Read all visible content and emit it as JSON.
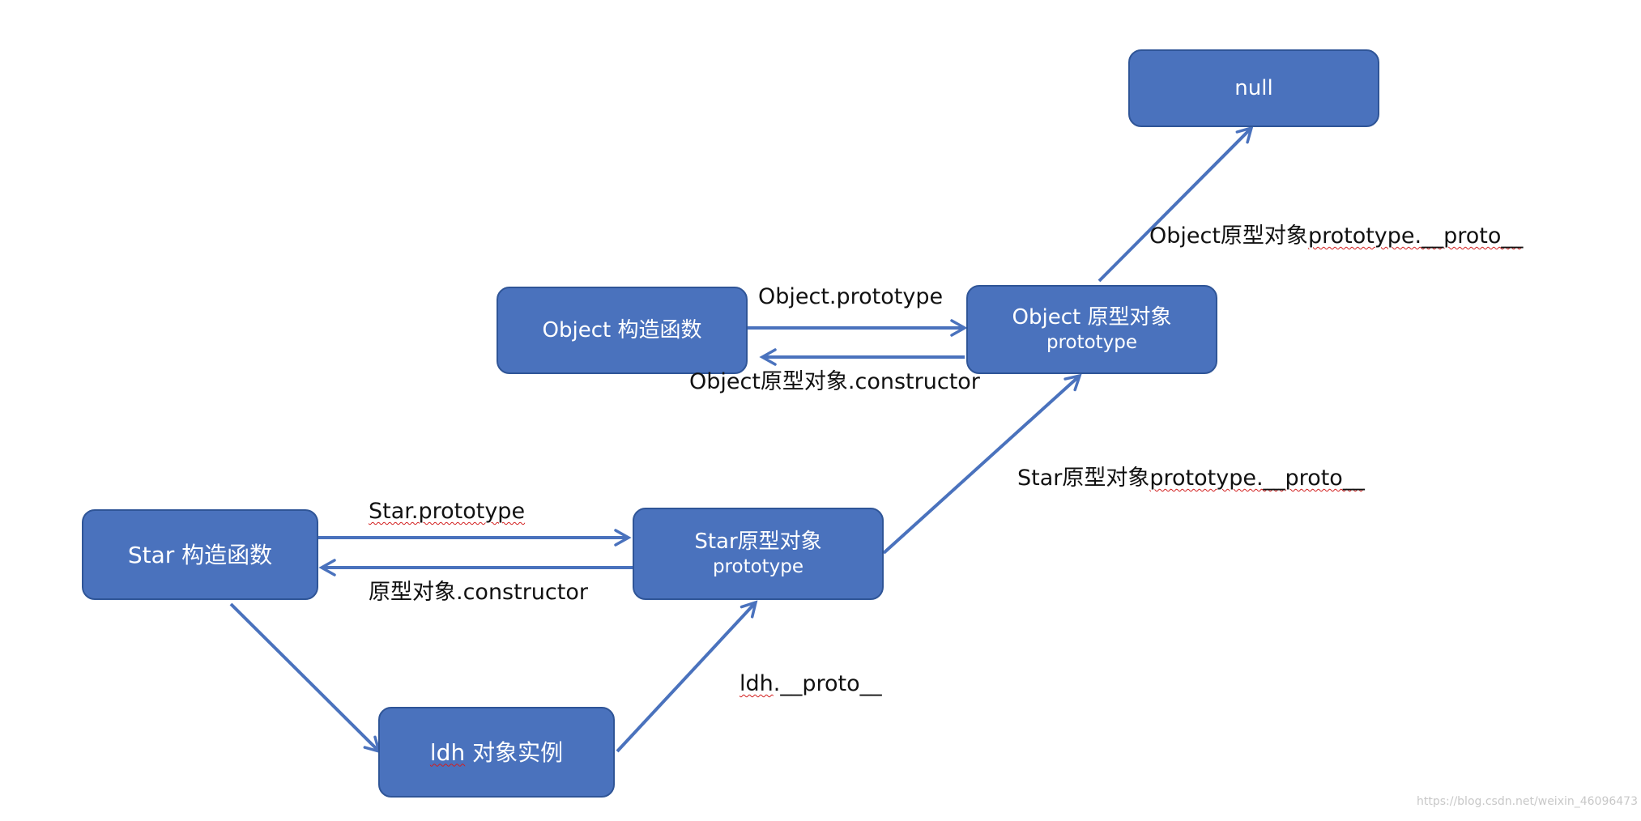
{
  "nodes": {
    "null_node": {
      "label": "null"
    },
    "object_ctor": {
      "label": "Object 构造函数"
    },
    "object_proto": {
      "label": "Object 原型对象",
      "sub": "prototype"
    },
    "star_ctor": {
      "label": "Star 构造函数"
    },
    "star_proto": {
      "label": "Star原型对象",
      "sub": "prototype"
    },
    "ldh_instance": {
      "label_prefix": "ldh",
      "label_suffix": " 对象实例"
    }
  },
  "edges": {
    "object_prototype": "Object.prototype",
    "object_constructor": "Object原型对象.constructor",
    "object_proto_chain_prefix": "Object原型对象",
    "object_proto_chain_suffix": "prototype.__proto__",
    "star_prototype": "Star.prototype",
    "star_constructor": "原型对象.constructor",
    "star_proto_chain_prefix": "Star原型对象",
    "star_proto_chain_suffix": "prototype.__proto__",
    "ldh_proto_prefix": "ldh",
    "ldh_proto_suffix": ".__proto__"
  },
  "watermark": "https://blog.csdn.net/weixin_46096473",
  "colors": {
    "node_fill": "#4a72bd",
    "node_border": "#2f5597",
    "arrow": "#4a72bd",
    "text": "#111111",
    "spellcheck_underline": "#d21e1e"
  }
}
